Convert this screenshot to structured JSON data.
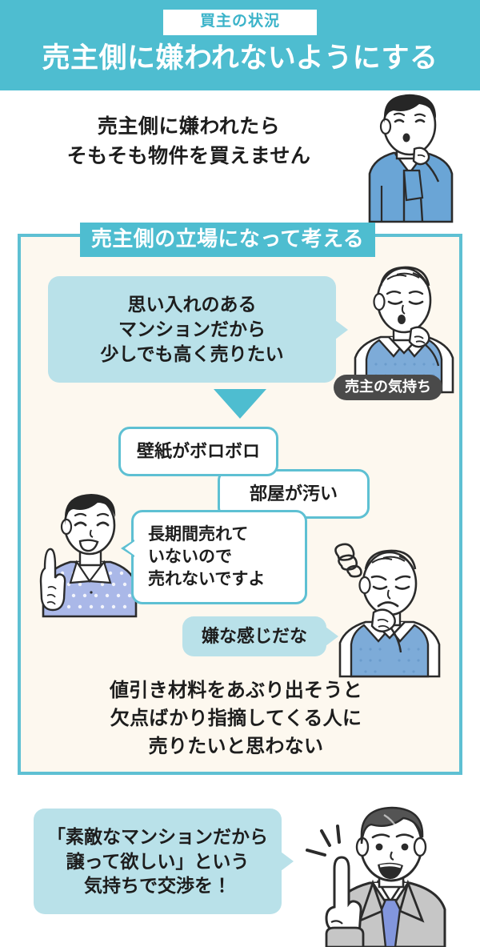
{
  "header": {
    "badge": "買主の状況",
    "title": "売主側に嫌われないようにする",
    "bg_color": "#4ebdd0",
    "badge_bg": "#ffffff",
    "badge_text_color": "#3bb3c9"
  },
  "intro": {
    "line1": "売主側に嫌われたら",
    "line2": "そもそも物件を買えません",
    "figure": "worried-buyer-illustration"
  },
  "main_box": {
    "banner": "売主側の立場になって考える",
    "border_color": "#5ec0d3",
    "bg_color": "#fdf8ef",
    "seller_tag": "売主の気持ち",
    "seller_tag_bg": "#4a4a4a",
    "bubbles": {
      "seller_wish": {
        "line1": "思い入れのある",
        "line2": "マンションだから",
        "line3": "少しでも高く売りたい",
        "style": "solid",
        "fill": "#b9e1e9"
      },
      "wallpaper": {
        "text": "壁紙がボロボロ",
        "style": "outline",
        "fill": "#ffffff",
        "stroke": "#5ec0d3"
      },
      "dirty_room": {
        "text": "部屋が汚い",
        "style": "outline",
        "fill": "#ffffff",
        "stroke": "#5ec0d3"
      },
      "long_time": {
        "line1": "長期間売れて",
        "line2": "いないので",
        "line3": "売れないですよ",
        "style": "outline",
        "fill": "#ffffff",
        "stroke": "#5ec0d3"
      },
      "unpleasant": {
        "text": "嫌な感じだな",
        "style": "solid",
        "fill": "#b9e1e9"
      }
    },
    "arrow": "down-arrow-teal",
    "conclusion": {
      "line1": "値引き材料をあぶり出そうと",
      "line2": "欠点ばかり指摘してくる人に",
      "line3": "売りたいと思わない"
    },
    "figures": {
      "seller_thinking": "elderly-seller-thinking-illustration",
      "buyer_pointing": "buyer-pointing-illustration",
      "seller_upset": "elderly-seller-upset-illustration"
    }
  },
  "footer": {
    "bubble": {
      "line1": "「素敵なマンションだから",
      "line2": "譲って欲しい」という",
      "line3": "気持ちで交渉を！",
      "fill": "#b9e1e9"
    },
    "figure": "agent-pointing-up-illustration"
  }
}
